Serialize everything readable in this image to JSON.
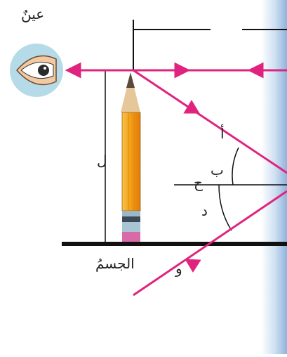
{
  "labels": {
    "eye": "عينٌ",
    "object": "الجسمُ",
    "length": "ل",
    "angle_a": "أ",
    "angle_b": "ب",
    "point_h": "ح",
    "angle_d": "د",
    "point_w": "و"
  },
  "colors": {
    "ray": "#e0237e",
    "axis": "#111111",
    "mirror_light": "#ffffff",
    "mirror_dark": "#8fb2dc",
    "eye_circle": "#b5dbe8",
    "pencil_body": "#f5a623",
    "pencil_eraser": "#d96aa8"
  },
  "icons": [
    "eye-icon",
    "pencil-icon"
  ]
}
